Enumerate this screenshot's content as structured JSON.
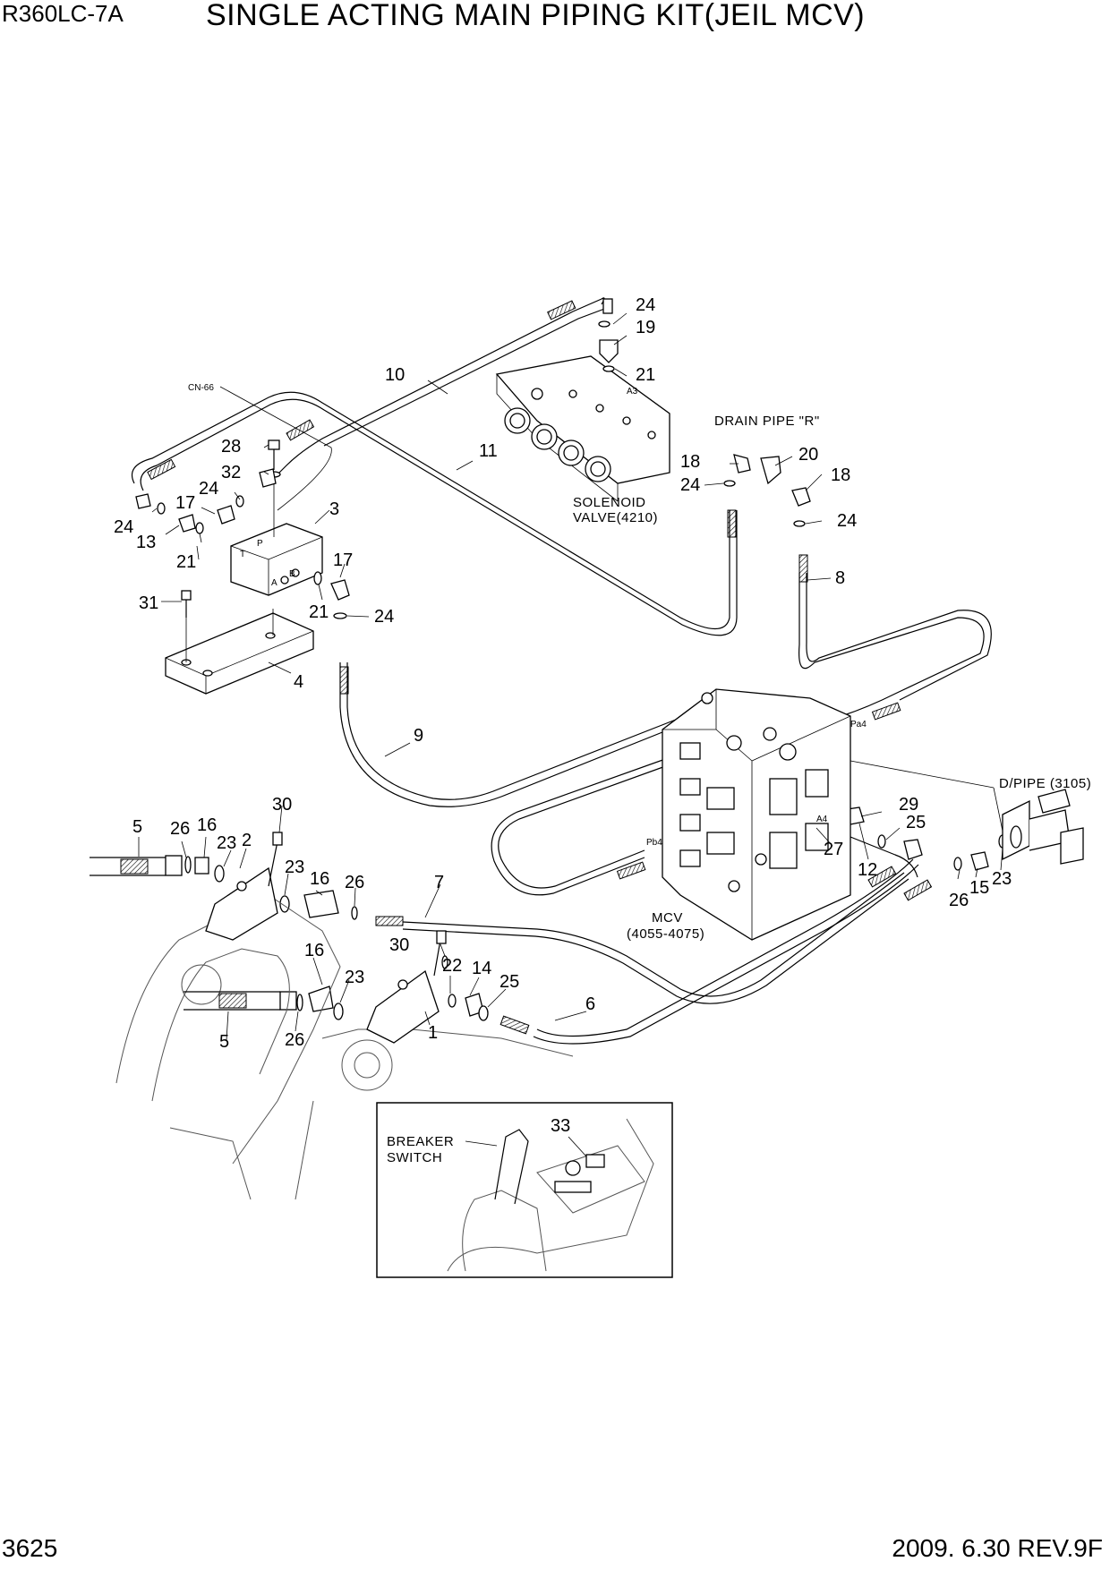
{
  "header": {
    "model": "R360LC-7A",
    "title": "SINGLE ACTING MAIN PIPING KIT(JEIL MCV)"
  },
  "footer": {
    "page_number": "3625",
    "revision": "2009. 6.30  REV.9F"
  },
  "labels": {
    "cn66": "CN-66",
    "drain_pipe": "DRAIN PIPE \"R\"",
    "solenoid_1": "SOLENOID",
    "solenoid_2": "VALVE(4210)",
    "dpipe": "D/PIPE (3105)",
    "mcv_1": "MCV",
    "mcv_2": "(4055-4075)",
    "breaker_1": "BREAKER",
    "breaker_2": "SWITCH",
    "port_pa4": "Pa4",
    "port_pb4": "Pb4",
    "port_a4": "A4",
    "port_a3": "A3",
    "port_t": "T",
    "port_p": "P",
    "port_a": "A",
    "port_b": "B"
  },
  "callouts": [
    "24",
    "19",
    "21",
    "10",
    "11",
    "28",
    "32",
    "24",
    "17",
    "3",
    "24",
    "13",
    "21",
    "20",
    "18",
    "18",
    "24",
    "24",
    "17",
    "21",
    "24",
    "31",
    "4",
    "8",
    "9",
    "5",
    "26",
    "16",
    "23",
    "2",
    "30",
    "23",
    "16",
    "26",
    "7",
    "30",
    "16",
    "23",
    "22",
    "14",
    "25",
    "1",
    "5",
    "26",
    "6",
    "29",
    "25",
    "27",
    "12",
    "26",
    "15",
    "23",
    "33"
  ]
}
